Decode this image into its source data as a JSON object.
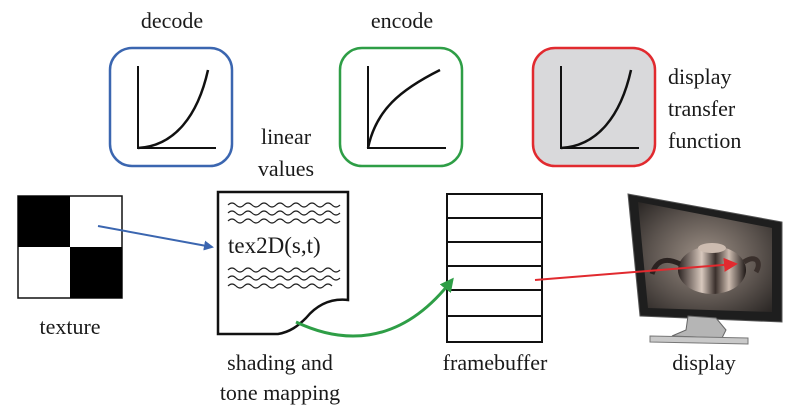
{
  "curves": {
    "decode": {
      "label": "decode",
      "color": "#3b66b0",
      "fill": "#ffffff"
    },
    "encode": {
      "label": "encode",
      "color": "#2e9e46",
      "fill": "#ffffff"
    },
    "display_tf": {
      "label_lines": [
        "display",
        "transfer",
        "function"
      ],
      "color": "#e12a2f",
      "fill": "#d9d9db"
    }
  },
  "texture": {
    "label": "texture"
  },
  "shader": {
    "top_label_lines": [
      "linear",
      "values"
    ],
    "code": "tex2D(s,t)",
    "bottom_label_lines": [
      "shading and",
      "tone mapping"
    ]
  },
  "framebuffer": {
    "label": "framebuffer"
  },
  "display": {
    "label": "display"
  },
  "arrows": {
    "texture_to_shader": "#3b66b0",
    "shader_to_framebuffer": "#2e9e46",
    "framebuffer_to_display": "#e12a2f"
  }
}
